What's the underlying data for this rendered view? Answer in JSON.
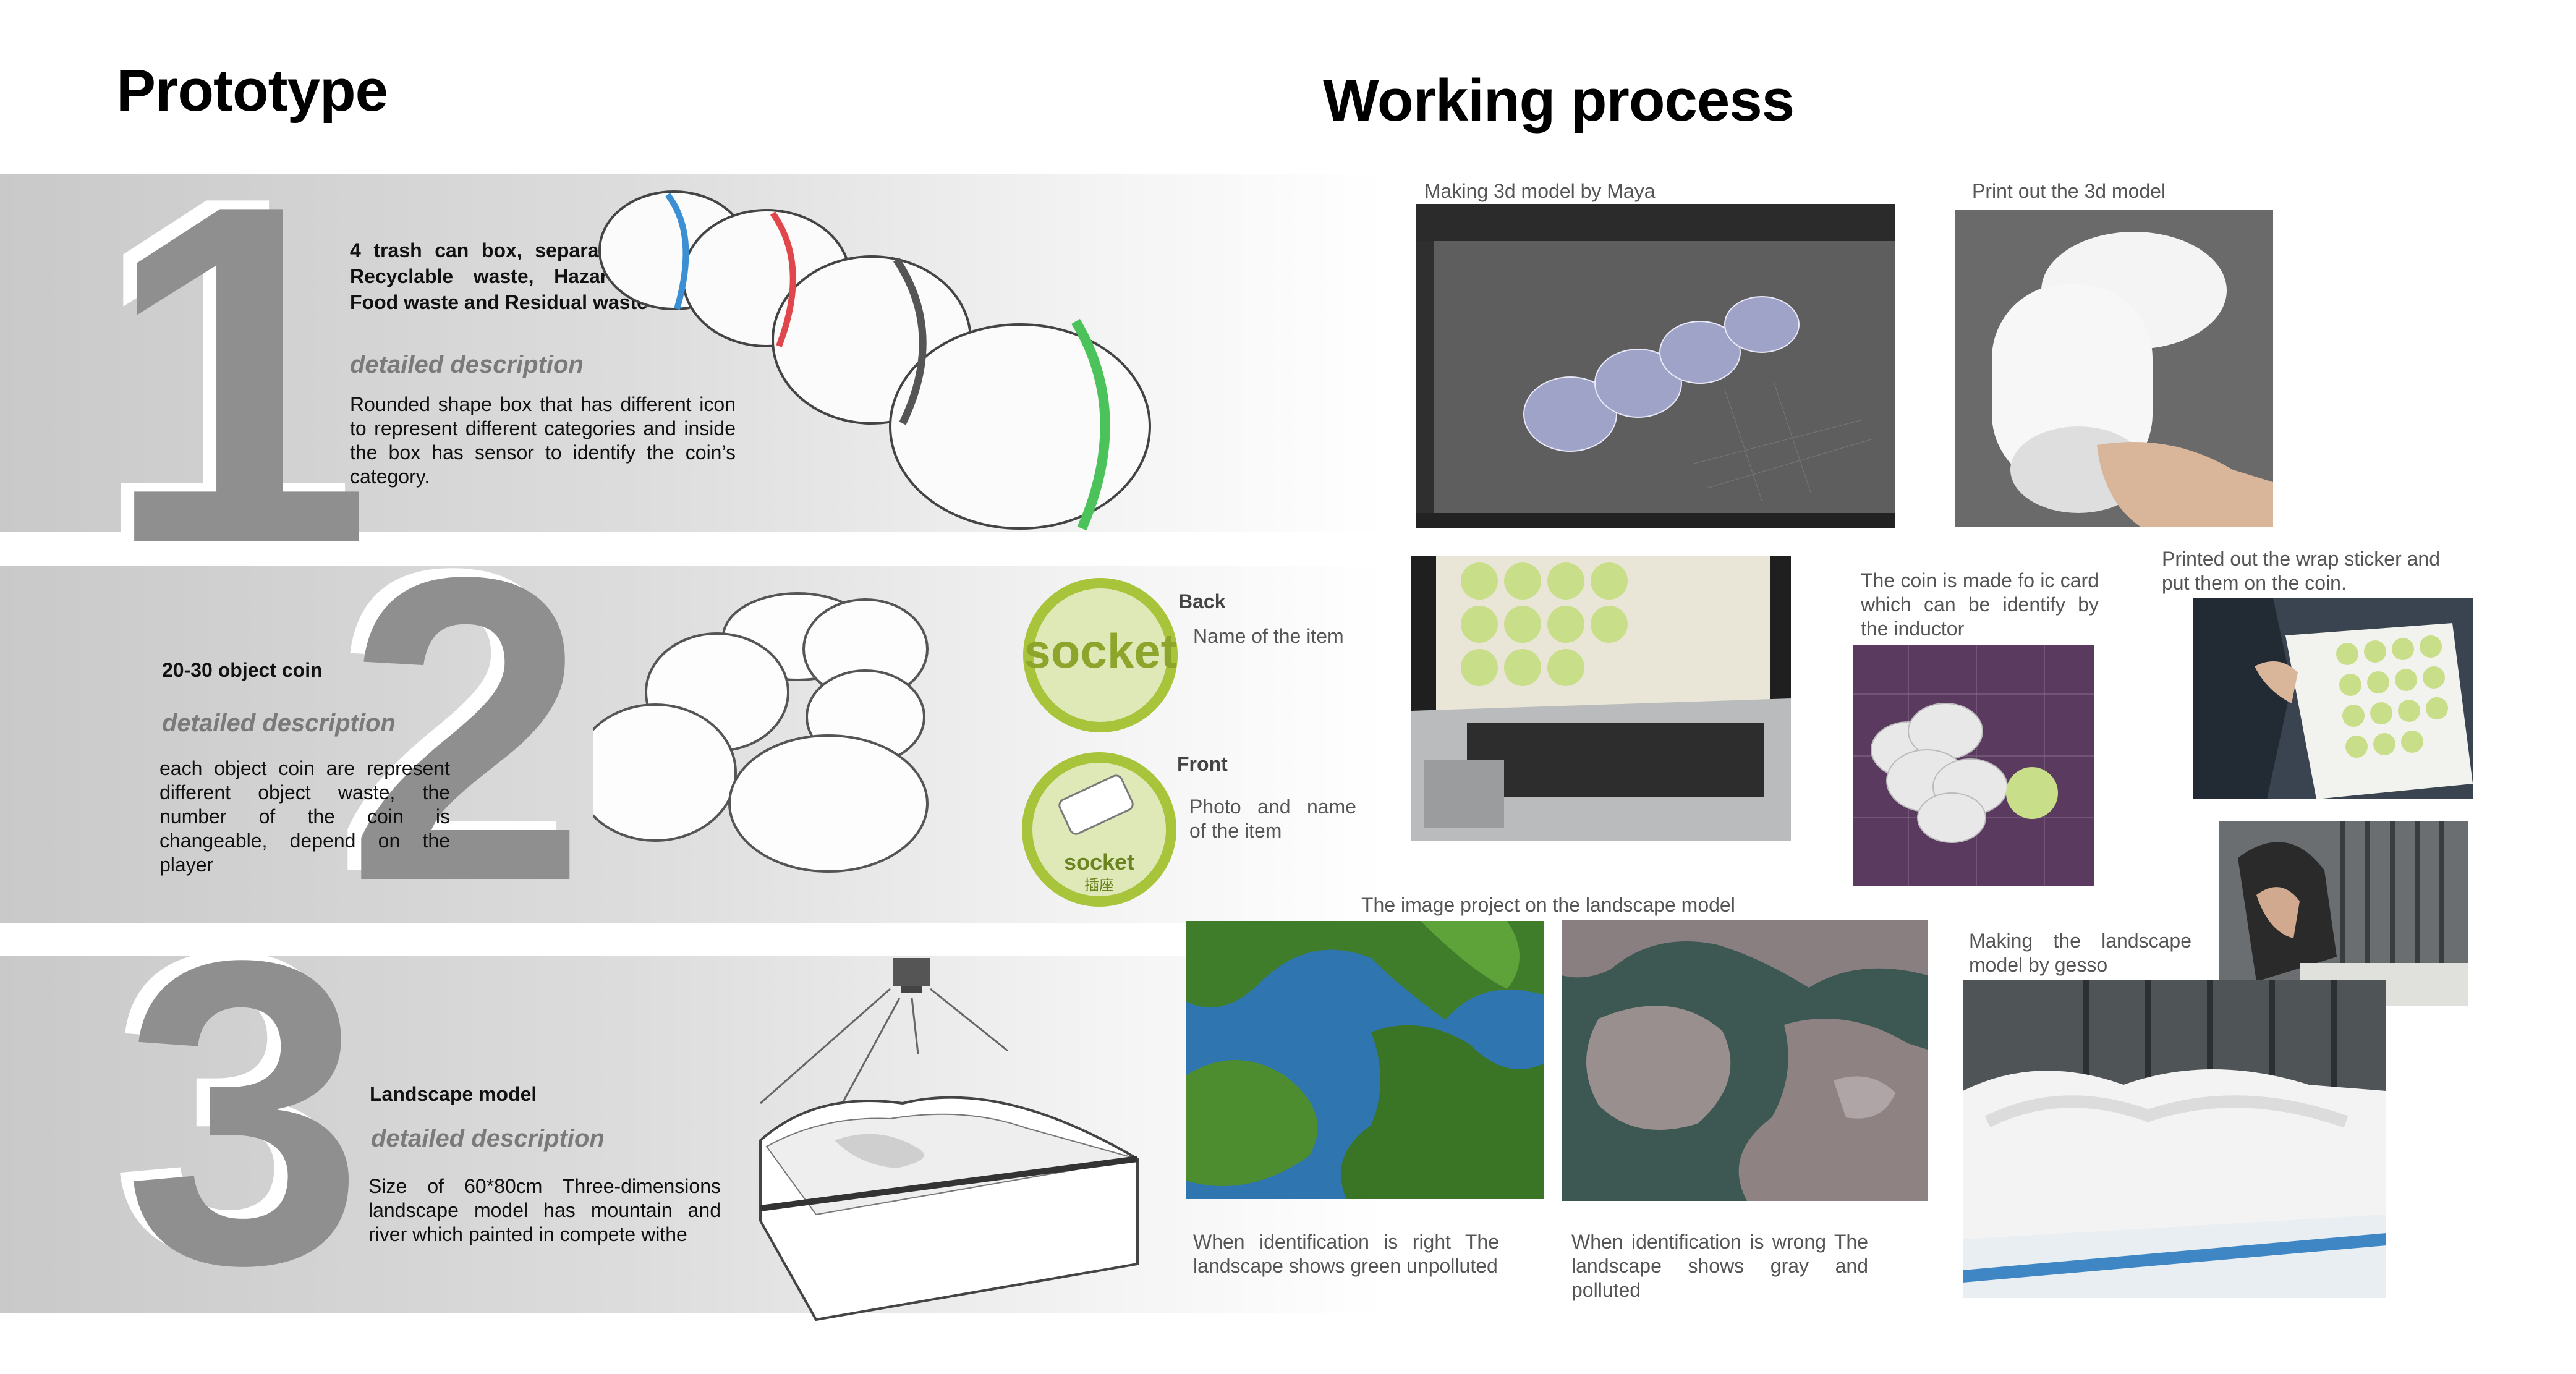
{
  "headings": {
    "prototype": "Prototype",
    "working_process": "Working process"
  },
  "section1": {
    "number": "1",
    "title": "4 trash can box, separately represent Recyclable waste, Hazardous waste, Food waste and Residual waste",
    "subtitle": "detailed description",
    "body": "Rounded shape box that has different icon to represent different categories and inside the box has sensor to identify the coin’s category."
  },
  "section2": {
    "number": "2",
    "title": "20-30 object coin",
    "subtitle": "detailed description",
    "body": "each object coin are represent different object waste, the number of the coin is changeable, depend on the player",
    "back_label": "Back",
    "back_text": "Name of the item",
    "front_label": "Front",
    "front_text": "Photo and name of the item",
    "coin_back_word": "socket",
    "coin_front_word": "socket",
    "coin_front_cn": "插座"
  },
  "section3": {
    "number": "3",
    "title": "Landscape model",
    "subtitle": "detailed description",
    "body": "Size of 60*80cm Three-dimensions landscape model has mountain and river which painted in compete withe"
  },
  "captions": {
    "maya": "Making 3d model by Maya",
    "print": "Print out the 3d model",
    "coin_made": "The coin is made fo ic card which can be identify by the inductor",
    "sticker": "Printed out the wrap sticker and put them on the coin.",
    "projection": "The image project on the landscape model",
    "gesso": "Making the landscape model by gesso",
    "right": "When identification is right The landscape shows green unpolluted",
    "wrong": "When identification is wrong The landscape shows gray and polluted"
  },
  "colors": {
    "band": "#d4d4d4",
    "number": "#8f8f8f",
    "subtitle": "#7a7a7a",
    "coin_green": "#a8c43a",
    "coin_fill": "#dfe9b8",
    "stripe_blue": "#3d8fd4",
    "stripe_red": "#e0474c",
    "stripe_dark": "#555555",
    "stripe_green": "#4cc25b"
  }
}
